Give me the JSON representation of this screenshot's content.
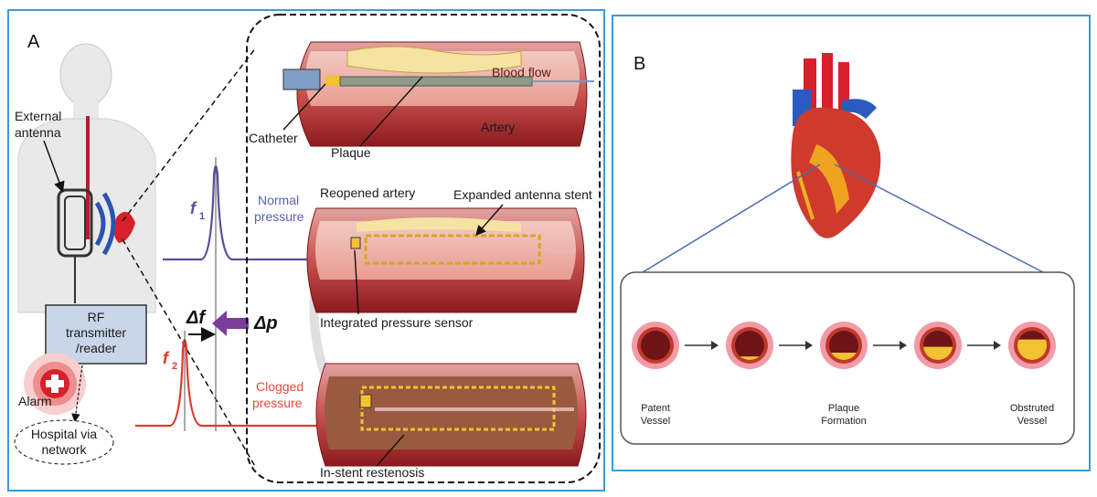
{
  "panel_a": {
    "letter": "A",
    "external_antenna": [
      "External",
      "antenna"
    ],
    "rf_reader": [
      "RF",
      "transmitter",
      "/reader"
    ],
    "alarm": "Alarm",
    "hospital": [
      "Hospital via",
      "network"
    ],
    "f1": "f",
    "f1_sub": "1",
    "f2": "f",
    "f2_sub": "2",
    "delta_f": "Δf",
    "delta_p": "Δp",
    "normal_pressure": [
      "Normal",
      "pressure"
    ],
    "clogged_pressure": [
      "Clogged",
      "pressure"
    ],
    "catheter": "Catheter",
    "plaque": "Plaque",
    "artery": "Artery",
    "blood_flow": "Blood flow",
    "reopened_artery": "Reopened artery",
    "expanded_stent": "Expanded antenna stent",
    "pressure_sensor": "Integrated pressure sensor",
    "restenosis": "In-stent restenosis"
  },
  "panel_b": {
    "letter": "B",
    "stages": [
      {
        "label": [
          "Patent",
          "Vessel"
        ],
        "plaque": 0
      },
      {
        "label": [
          "",
          ""
        ],
        "plaque": 0.12
      },
      {
        "label": [
          "Plaque",
          "Formation"
        ],
        "plaque": 0.25
      },
      {
        "label": [
          "",
          ""
        ],
        "plaque": 0.45
      },
      {
        "label": [
          "Obstruted",
          "Vessel"
        ],
        "plaque": 0.7
      }
    ]
  },
  "colors": {
    "frame": "#3a9ad9",
    "f1_curve": "#5a4f9a",
    "f2_curve": "#e03a2a",
    "normal_text": "#5a5fb0",
    "clogged_text": "#e84a3a",
    "artery": "#b5252a",
    "plaque": "#f2c230",
    "arrow": "#7a3d9a"
  }
}
